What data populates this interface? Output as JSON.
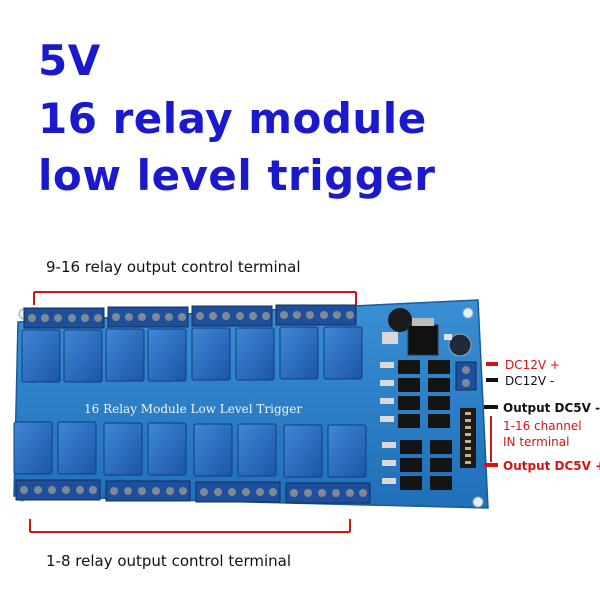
{
  "title": {
    "line1": "5V",
    "line2": "16 relay module",
    "line3": "low level trigger"
  },
  "labels": {
    "top_terminal": "9-16 relay output control terminal",
    "bottom_terminal": "1-8 relay output control terminal",
    "board_print": "16 Relay Module Low Level Trigger",
    "dc12_plus": "DC12V +",
    "dc12_minus": "DC12V -",
    "out5_minus": "Output DC5V -",
    "channel_in_1": "1-16 channel",
    "channel_in_2": "IN terminal",
    "out5_plus": "Output DC5V +"
  },
  "colors": {
    "title": "#1a1acc",
    "annotation_red": "#d41414",
    "board": "#2a7fc4",
    "relay": "#1f5fb0",
    "terminal": "#1f4f9a"
  }
}
